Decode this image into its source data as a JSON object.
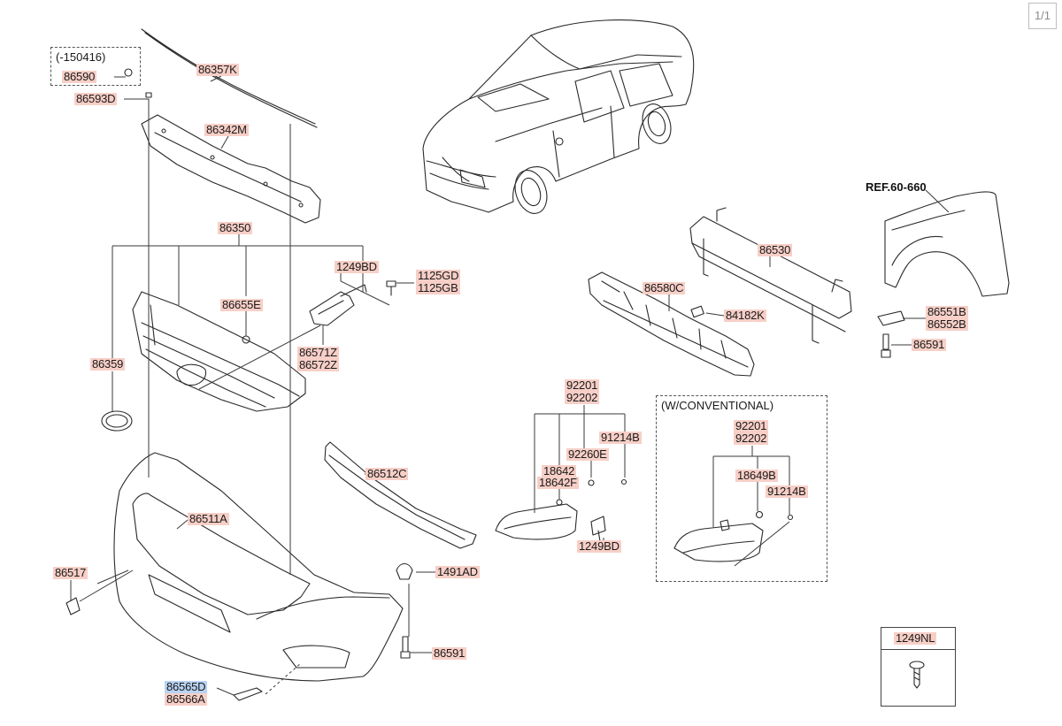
{
  "page_indicator": "1/1",
  "ref_label": "REF.60-660",
  "group_headers": {
    "serial_range": "(-150416)",
    "conventional": "(W/CONVENTIONAL)"
  },
  "labels": {
    "p86590": "86590",
    "p86593D": "86593D",
    "p86357K": "86357K",
    "p86342M": "86342M",
    "p86350": "86350",
    "p1249BD_top": "1249BD",
    "p1125GD": "1125GD",
    "p1125GB": "1125GB",
    "p86655E": "86655E",
    "p86571Z": "86571Z",
    "p86572Z": "86572Z",
    "p86359": "86359",
    "p86530": "86530",
    "p86580C": "86580C",
    "p84182K": "84182K",
    "p86551B": "86551B",
    "p86552B": "86552B",
    "p86591_right": "86591",
    "p92201_a": "92201",
    "p92202_a": "92202",
    "p91214B_a": "91214B",
    "p92260E": "92260E",
    "p18642": "18642",
    "p18642F": "18642F",
    "p1249BD_mid": "1249BD",
    "p92201_b": "92201",
    "p92202_b": "92202",
    "p18649B": "18649B",
    "p91214B_b": "91214B",
    "p86512C": "86512C",
    "p86511A": "86511A",
    "p86517": "86517",
    "p1491AD": "1491AD",
    "p86591_bottom": "86591",
    "p86565D": "86565D",
    "p86566A": "86566A",
    "p1249NL": "1249NL"
  }
}
